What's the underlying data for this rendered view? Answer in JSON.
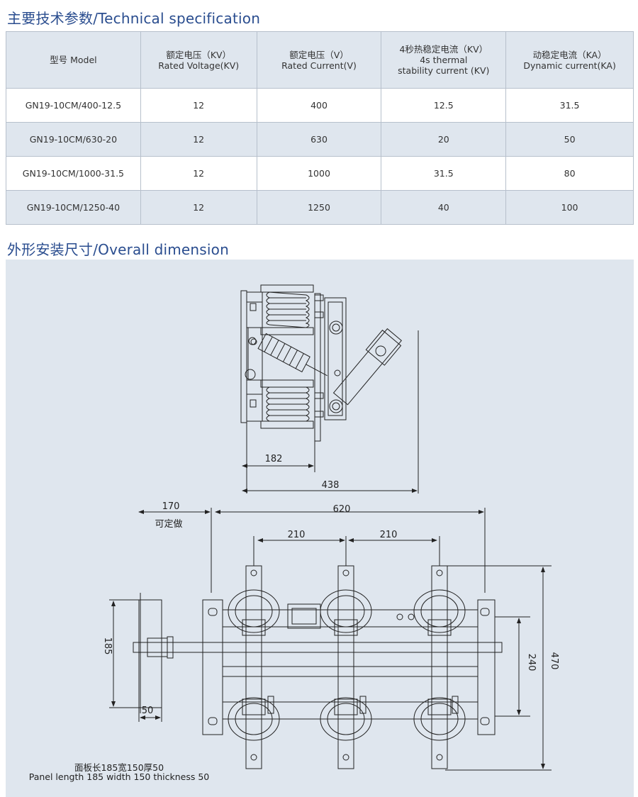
{
  "spec_section": {
    "title": "主要技术参数/Technical specification",
    "headers": [
      {
        "zh": "型号 Model",
        "en": ""
      },
      {
        "zh": "额定电压（KV）",
        "en": "Rated Voltage(KV)"
      },
      {
        "zh": "额定电压（V）",
        "en": "Rated Current(V)"
      },
      {
        "zh": "4秒热稳定电流（KV）",
        "en": "4s thermal",
        "en2": "stability current (KV)"
      },
      {
        "zh": "动稳定电流（KA）",
        "en": "Dynamic current(KA)"
      }
    ],
    "rows": [
      [
        "GN19-10CM/400-12.5",
        "12",
        "400",
        "12.5",
        "31.5"
      ],
      [
        "GN19-10CM/630-20",
        "12",
        "630",
        "20",
        "50"
      ],
      [
        "GN19-10CM/1000-31.5",
        "12",
        "1000",
        "31.5",
        "80"
      ],
      [
        "GN19-10CM/1250-40",
        "12",
        "1250",
        "40",
        "100"
      ]
    ]
  },
  "dimension_section": {
    "title": "外形安装尺寸/Overall dimension",
    "side_view": {
      "dim_182": "182",
      "dim_438": "438"
    },
    "front_view": {
      "dim_170": "170",
      "optional_note": "可定做",
      "dim_620": "620",
      "dim_210_left": "210",
      "dim_210_right": "210",
      "dim_185": "185",
      "dim_50": "50",
      "dim_240": "240",
      "dim_470": "470"
    },
    "panel_note_zh": "面板长185宽150厚50",
    "panel_note_en": "Panel length 185 width 150 thickness 50"
  }
}
